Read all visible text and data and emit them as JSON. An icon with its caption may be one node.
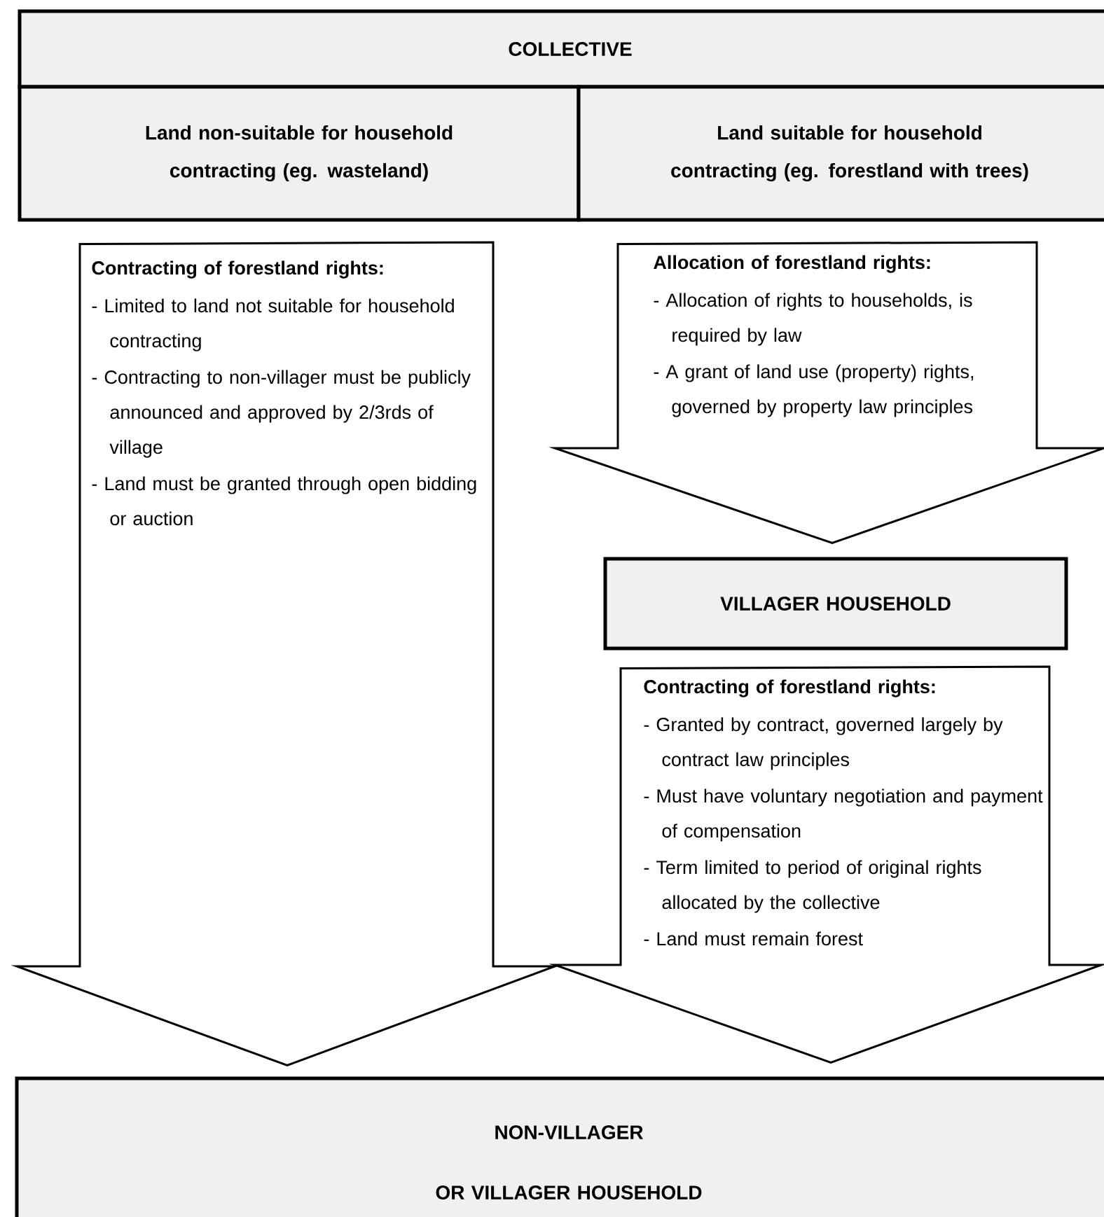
{
  "diagram": {
    "nodes": [
      {
        "text": [
          "COLLECTIVE"
        ]
      },
      {
        "text": [
          "Land non-suitable for household contracting (eg. wasteland)"
        ]
      },
      {
        "text": [
          "Land suitable for household contracting (eg. forestland with trees)"
        ]
      },
      {
        "text": [
          "Contracting of forestland rights:",
          "- Limited to land not suitable for household contracting",
          "- Contracting to non-villager must be publicly announced and approved by 2/3rds of village",
          "- Land must be granted through open bidding or auction"
        ]
      },
      {
        "text": [
          "Allocation of forestland rights:",
          "- Allocation of rights to households, is required by law",
          "- A grant of land use (property) rights, governed by property law principles"
        ]
      },
      {
        "text": [
          "VILLAGER HOUSEHOLD"
        ]
      },
      {
        "text": [
          "Contracting of forestland rights:",
          "- Granted by contract, governed largely by contract law principles",
          "- Must have voluntary negotiation and payment of compensation",
          "- Term limited to period of original rights allocated by the collective",
          "- Land must remain forest"
        ]
      },
      {
        "text": [
          "NON-VILLAGER",
          "OR VILLAGER HOUSEHOLD"
        ]
      }
    ],
    "edges": [
      {
        "from": 1,
        "to": 7,
        "arrow": "to"
      },
      {
        "from": 2,
        "to": 5,
        "arrow": "to"
      },
      {
        "from": 5,
        "to": 7,
        "arrow": "to"
      }
    ]
  }
}
